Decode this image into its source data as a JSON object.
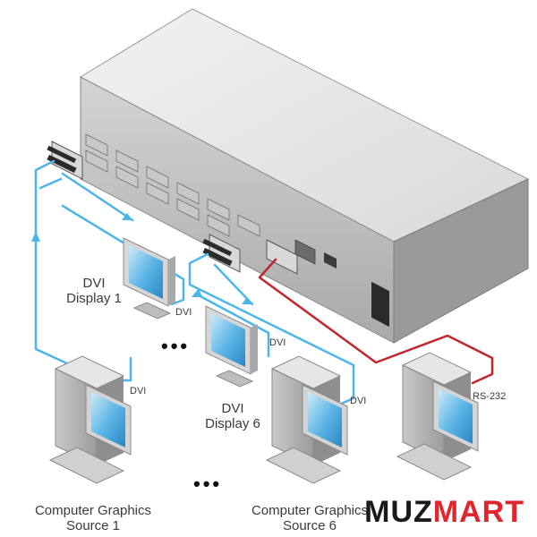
{
  "labels": {
    "display1_line1": "DVI",
    "display1_line2": "Display 1",
    "display6_line1": "DVI",
    "display6_line2": "Display 6",
    "source1_line1": "Computer Graphics",
    "source1_line2": "Source 1",
    "source6_line1": "Computer Graphics",
    "source6_line2": "Source 6",
    "cable_display1": "DVI",
    "cable_display6": "DVI",
    "cable_source1": "DVI",
    "cable_source6": "DVI",
    "cable_control": "RS-232",
    "ellipsis_top": "•••",
    "ellipsis_bottom": "•••"
  },
  "watermark": {
    "part1": "MUZ",
    "part2": "MART"
  },
  "colors": {
    "cable_dvi": "#4db6e8",
    "cable_rs232": "#c0262c",
    "watermark_dark": "#1a1a1a",
    "watermark_accent": "#e0262c"
  }
}
